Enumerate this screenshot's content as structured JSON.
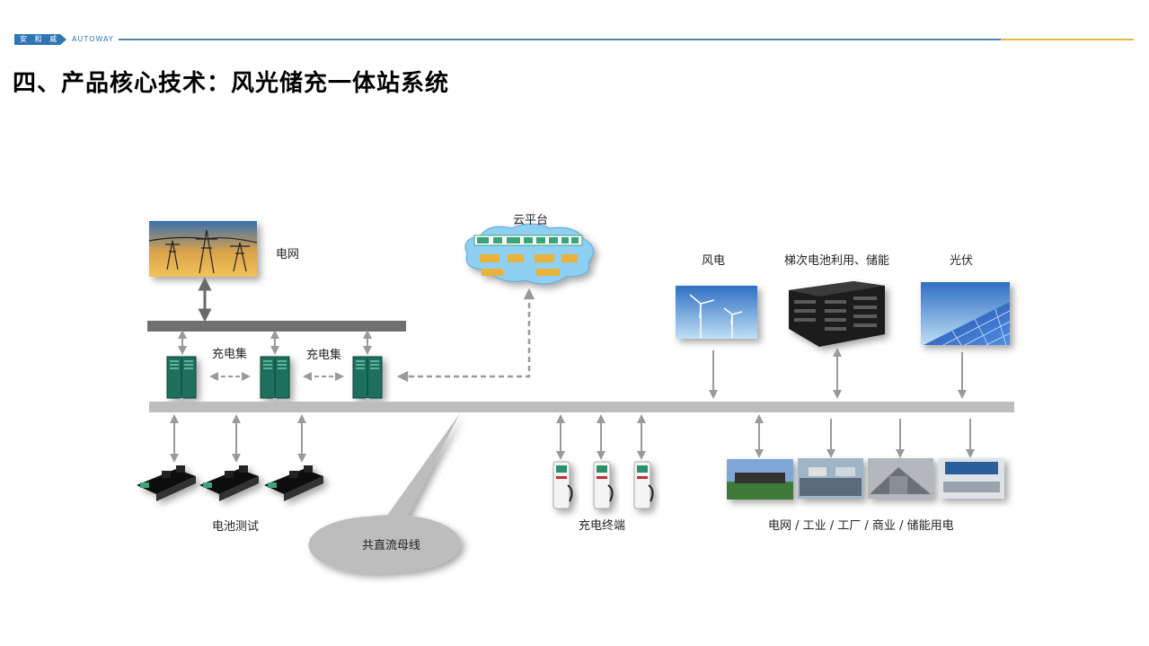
{
  "header": {
    "brand_cn": "安 和 威",
    "brand_en": "AUTOWAY",
    "title": "四、产品核心技术：风光储充一体站系统"
  },
  "diagram": {
    "grid_label": "电网",
    "cloud_label": "云平台",
    "hub_label_1": "充电集",
    "hub_label_2": "充电集",
    "wind_label": "风电",
    "storage_label": "梯次电池利用、储能",
    "pv_label": "光伏",
    "battery_test_label": "电池测试",
    "dc_bus_label": "共直流母线",
    "charging_terminal_label": "充电终端",
    "loads_label": "电网 / 工业 / 工厂 / 商业 / 储能用电"
  }
}
